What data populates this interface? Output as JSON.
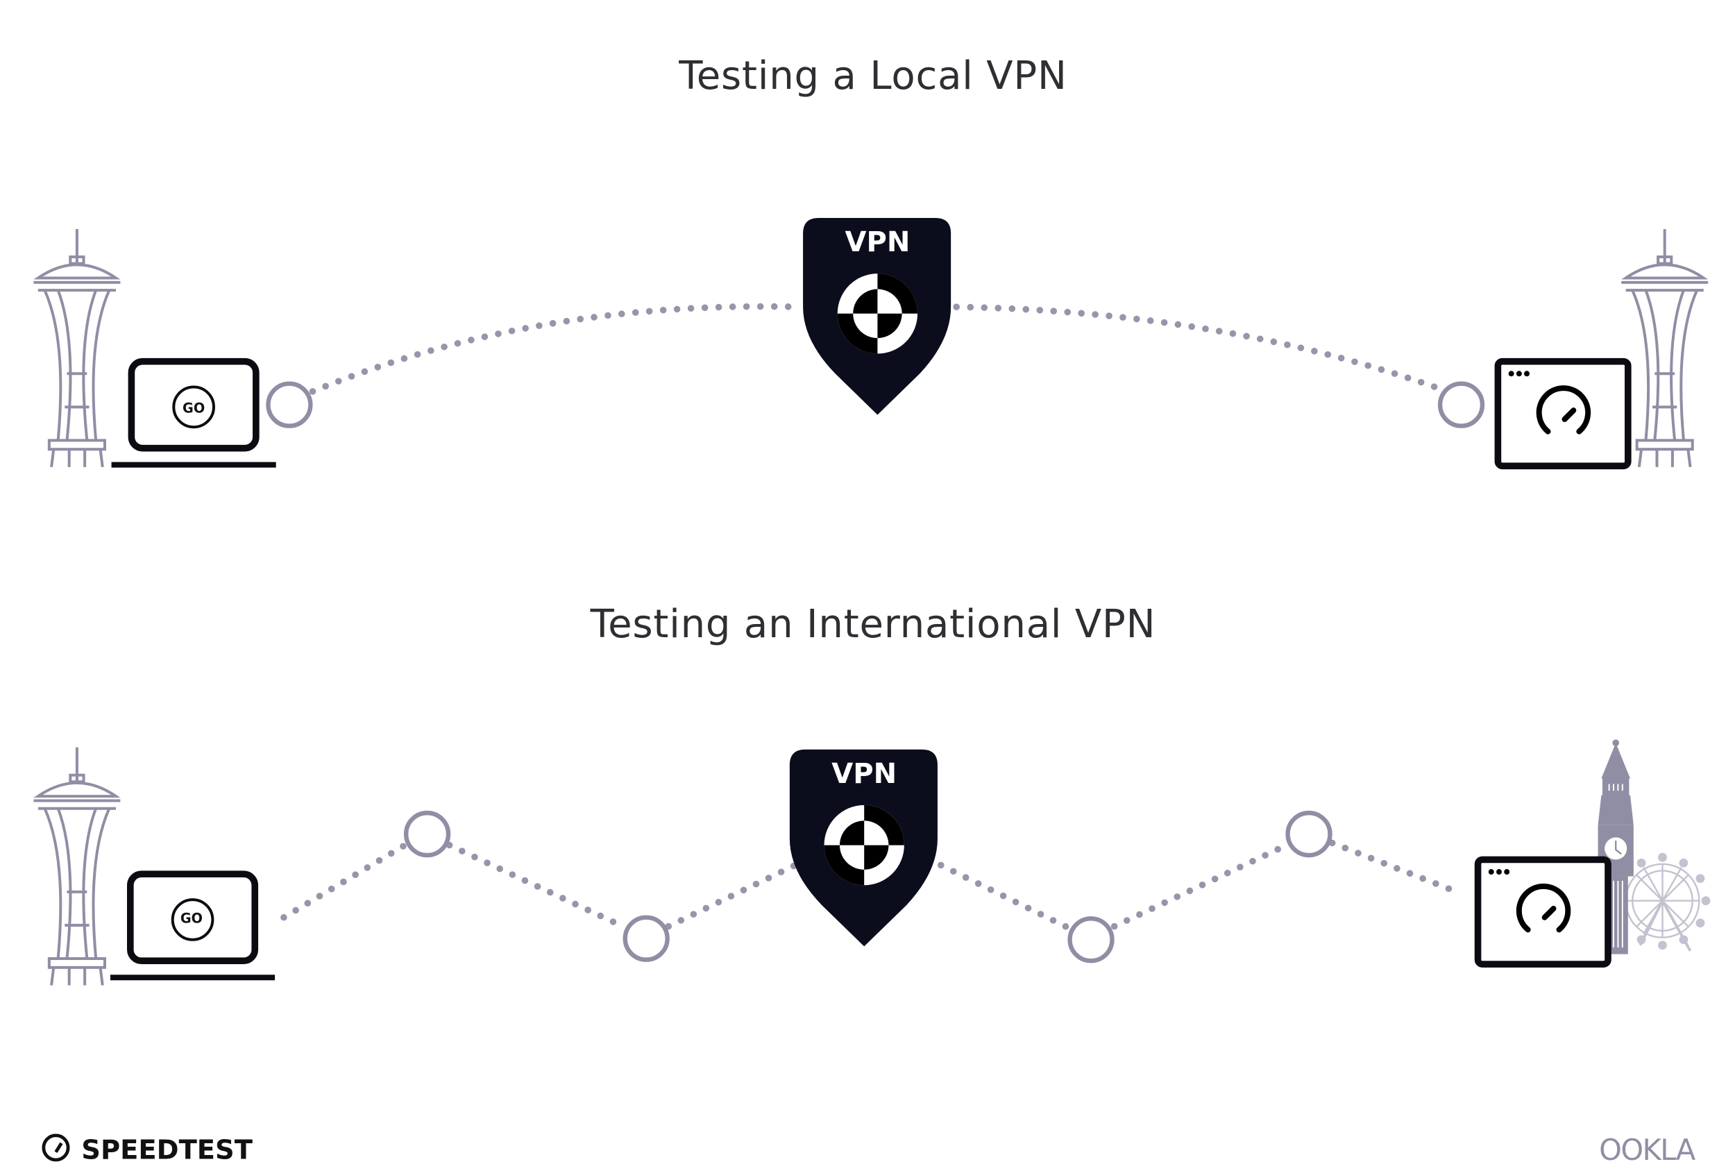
{
  "diagrams": [
    {
      "title": "Testing a Local VPN",
      "vpn_label": "VPN",
      "laptop_label": "GO"
    },
    {
      "title": "Testing an International VPN",
      "vpn_label": "VPN",
      "laptop_label": "GO"
    }
  ],
  "footer": {
    "left_logo": "SPEEDTEST",
    "right_logo": "OOKLA"
  },
  "colors": {
    "path": "#908ea4",
    "shield": "#0c0d1c",
    "text": "#2e2e33",
    "landmark": "#908ea4",
    "eye": "#c3c2d0"
  },
  "icons": [
    "space-needle-icon",
    "laptop-go-icon",
    "vpn-shield-icon",
    "browser-speedometer-icon",
    "big-ben-icon",
    "london-eye-icon"
  ]
}
